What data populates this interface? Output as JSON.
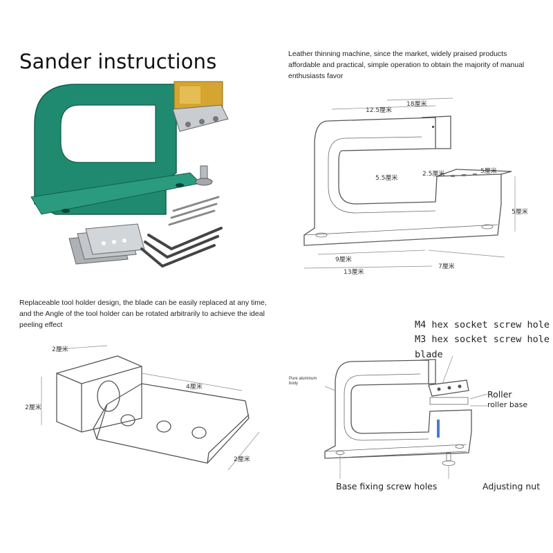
{
  "panel_top_left": {
    "title": "Sander instructions"
  },
  "panel_top_right": {
    "description": "Leather thinning machine, since the market, widely praised products affordable and practical, simple operation to obtain the majority of manual enthusiasts favor",
    "dimensions": {
      "d1": "12.5厘米",
      "d2": "18厘米",
      "d3": "5.5厘米",
      "d4": "2.5厘米",
      "d5": "5厘米",
      "d6": "5厘米",
      "d7": "9厘米",
      "d8": "7厘米",
      "d9": "13厘米"
    }
  },
  "panel_bottom_left": {
    "description": "Replaceable tool holder design, the blade can be easily replaced at any time, and the Angle of the tool holder can be rotated arbitrarily to achieve the ideal peeling effect",
    "dimensions": {
      "d1": "2厘米",
      "d2": "4厘米",
      "d3": "2厘米",
      "d4": "2厘米"
    }
  },
  "panel_bottom_right": {
    "labels": {
      "m4": "M4 hex socket screw hole",
      "m3": "M3 hex socket screw hole",
      "blade": "blade",
      "body": "Pure aluminum body",
      "roller": "Roller",
      "roller_base": "roller base",
      "base_holes": "Base fixing screw holes",
      "nut": "Adjusting nut"
    }
  },
  "colors": {
    "machine_green": "#1f8a70",
    "brass": "#d4a531",
    "steel": "#b8bcc0"
  }
}
